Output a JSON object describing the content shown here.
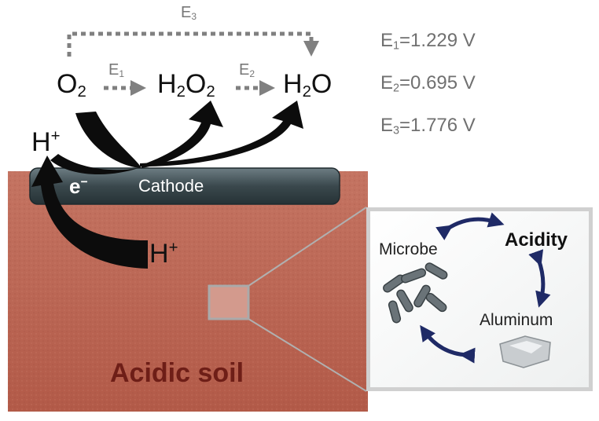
{
  "reaction": {
    "species_o2": "O",
    "species_o2_sub": "2",
    "species_h2o2_a": "H",
    "species_h2o2_sub1": "2",
    "species_h2o2_b": "O",
    "species_h2o2_sub2": "2",
    "species_h2o_a": "H",
    "species_h2o_sub": "2",
    "species_h2o_b": "O",
    "e1_label": "E",
    "e1_sub": "1",
    "e2_label": "E",
    "e2_sub": "2",
    "e3_label": "E",
    "e3_sub": "3"
  },
  "potentials": [
    {
      "label": "E",
      "sub": "1",
      "value": "=1.229 V"
    },
    {
      "label": "E",
      "sub": "2",
      "value": "=0.695 V"
    },
    {
      "label": "E",
      "sub": "3",
      "value": "=1.776 V"
    }
  ],
  "protons": {
    "top": "H",
    "top_sup": "+",
    "bottom": "H",
    "bottom_sup": "+",
    "electron": "e",
    "electron_sup": "−"
  },
  "cathode_label": "Cathode",
  "soil_label": "Acidic soil",
  "inset": {
    "microbe": "Microbe",
    "acidity": "Acidity",
    "aluminum": "Aluminum"
  },
  "colors": {
    "soil": "#b9634f",
    "soil_label": "#6e1e17",
    "cathode": "#3c4c52",
    "arrow_dotted": "#808080",
    "cycle_arrow": "#1f2a66"
  }
}
